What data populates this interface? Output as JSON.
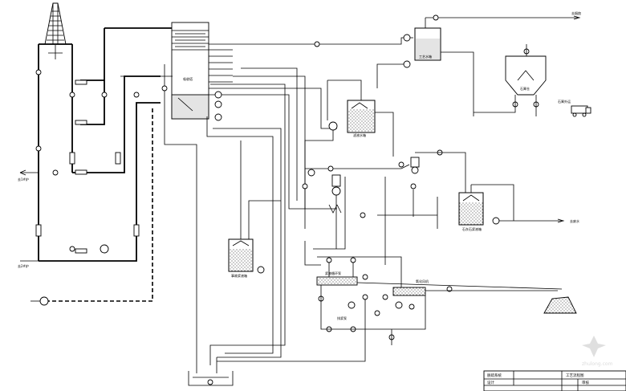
{
  "diagram": {
    "labels": {
      "out_top_right": "去烟囱",
      "out_left_mid": "去1#炉",
      "out_left_low": "去2#炉",
      "out_right_mid": "去废水",
      "truck": "石膏外运",
      "silo": "石膏仓",
      "absorber": "吸收塔",
      "pump_1": "浆液循环泵",
      "pump_2": "氧化风机",
      "pump_3": "排浆泵",
      "tank_1": "事故浆液箱",
      "tank_2": "滤液水箱",
      "tank_3": "石灰石浆液箱",
      "tank_4": "工艺水箱"
    },
    "title_block": {
      "row1_left": "脱硫系统",
      "row1_right": "工艺流程图",
      "row2_left": "设计",
      "row2_right": "审核"
    },
    "watermark": "zhulong.com"
  }
}
